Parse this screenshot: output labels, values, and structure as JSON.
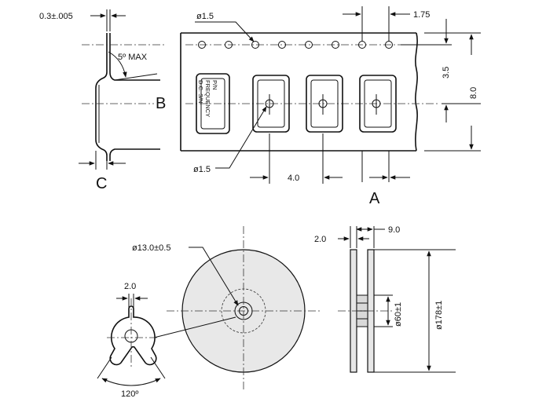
{
  "tape_section": {
    "dims": {
      "lead_thickness": "0.3±.005",
      "sprocket_hole": "ø1.5",
      "sprocket_pitch": "1.75",
      "hole_to_center": "3.5",
      "tape_width": "8.0",
      "cavity_hole": "ø1.5",
      "cavity_pitch": "4.0",
      "tilt": "5º MAX"
    },
    "labels": {
      "side": "B",
      "bottom": "C",
      "view": "A"
    },
    "marking_text": [
      "P/N",
      "FREQUENCY",
      "D.C. S/N"
    ]
  },
  "reel_section": {
    "dims": {
      "hub_hole": "ø13.0±0.5",
      "slot_width": "2.0",
      "angle": "120º",
      "flange_thickness": "2.0",
      "reel_width": "9.0",
      "hub_dia": "ø60±1",
      "reel_dia": "ø178±1"
    }
  }
}
